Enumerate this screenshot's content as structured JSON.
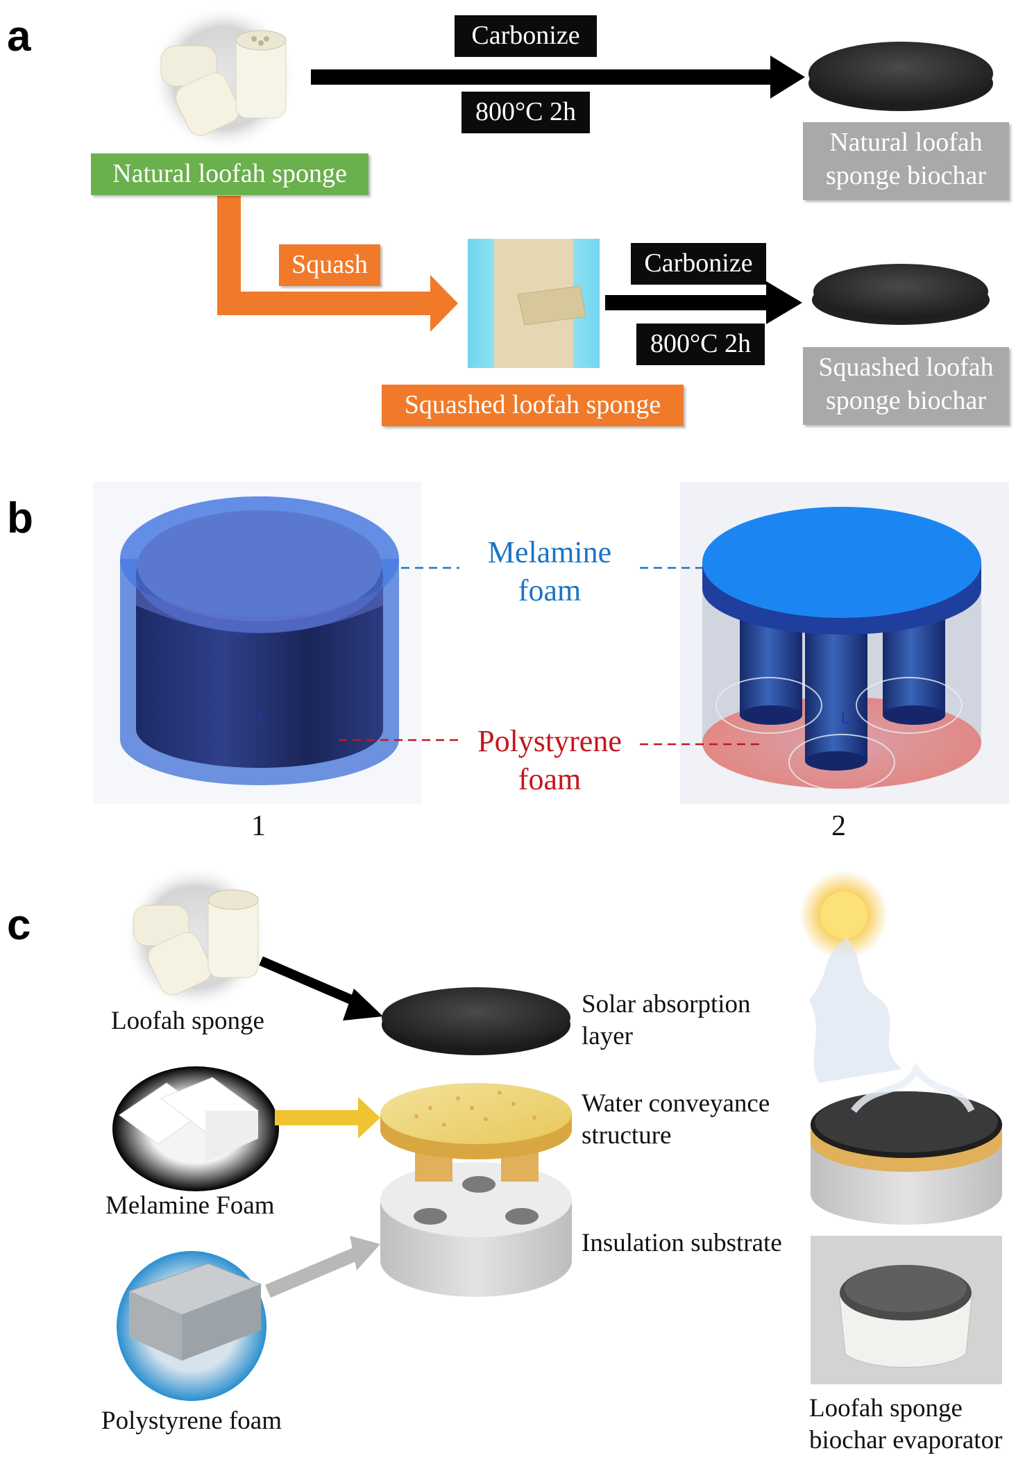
{
  "panels": {
    "a": "a",
    "b": "b",
    "c": "c"
  },
  "panel_a": {
    "natural_sponge_label": "Natural loofah sponge",
    "carbonize_top": "Carbonize",
    "temp_top": "800°C 2h",
    "natural_biochar_label_1": "Natural loofah",
    "natural_biochar_label_2": "sponge biochar",
    "squash_label": "Squash",
    "carbonize_bottom": "Carbonize",
    "temp_bottom": "800°C 2h",
    "squashed_sponge_label": "Squashed loofah sponge",
    "squashed_biochar_label_1": "Squashed loofah",
    "squashed_biochar_label_2": "sponge biochar"
  },
  "panel_b": {
    "melamine_1": "Melamine",
    "melamine_2": "foam",
    "polystyrene_1": "Polystyrene",
    "polystyrene_2": "foam",
    "design_1": "1",
    "design_2": "2"
  },
  "panel_c": {
    "loofah_label": "Loofah sponge",
    "melamine_label": "Melamine Foam",
    "polystyrene_label": "Polystyrene foam",
    "solar_1": "Solar absorption",
    "solar_2": "layer",
    "water_1": "Water conveyance",
    "water_2": "structure",
    "insulation": "Insulation substrate",
    "evaporator_1": "Loofah sponge",
    "evaporator_2": "biochar evaporator"
  },
  "colors": {
    "green": "#6ab04c",
    "orange": "#f07a2a",
    "grey": "#a9a9a9",
    "melamine_text": "#1a74c4",
    "polystyrene_text": "#c4161c"
  }
}
